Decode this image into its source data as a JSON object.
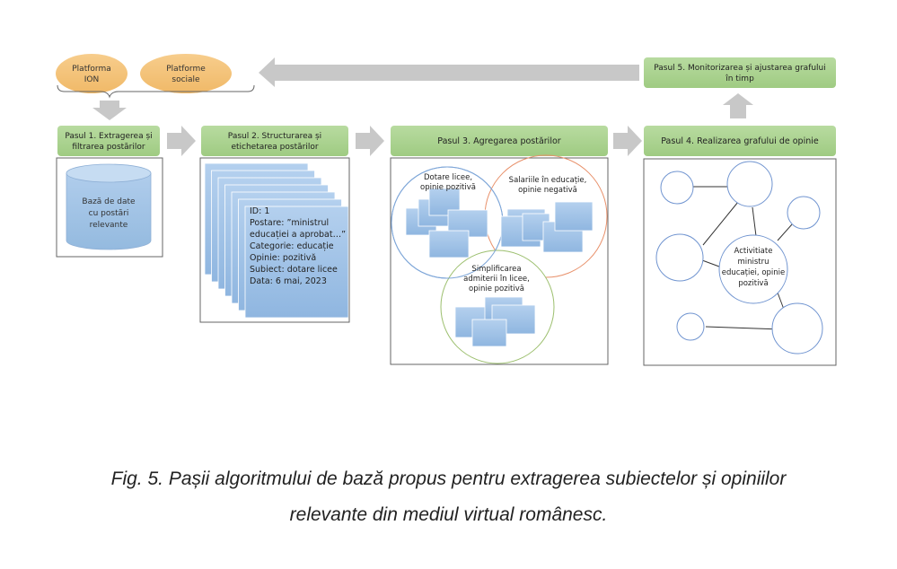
{
  "sources": [
    {
      "line1": "Platforma",
      "line2": "ION"
    },
    {
      "line1": "Platforme",
      "line2": "sociale"
    }
  ],
  "steps": {
    "step1": {
      "line1": "Pasul 1. Extragerea și",
      "line2": "filtrarea postărilor"
    },
    "step2": {
      "line1": "Pasul 2. Structurarea și",
      "line2": "etichetarea postărilor"
    },
    "step3": {
      "line1": "Pasul 3. Agregarea postărilor"
    },
    "step4": {
      "line1": "Pasul 4. Realizarea grafului de opinie"
    },
    "step5": {
      "line1": "Pasul 5. Monitorizarea și ajustarea grafului",
      "line2": "în timp"
    }
  },
  "database": {
    "lines": [
      "Bază de date",
      "cu postări",
      "relevante"
    ]
  },
  "post_card": {
    "lines": [
      "ID: 1",
      "Postare: ”ministrul",
      "educației a aprobat…”",
      "Categorie: educație",
      "Opinie: pozitivă",
      "Subiect: dotare licee",
      "Data: 6 mai, 2023"
    ]
  },
  "clusters": [
    {
      "lines": [
        "Dotare licee,",
        "opinie pozitivă"
      ],
      "color": "#7ea6d8"
    },
    {
      "lines": [
        "Salariile în educație,",
        "opinie negativă"
      ],
      "color": "#e8906a"
    },
    {
      "lines": [
        "Simplificarea",
        "admiterii în licee,",
        "opinie pozitivă"
      ],
      "color": "#9cbf6e"
    }
  ],
  "graph": {
    "center_label": [
      "Activitiate",
      "ministru",
      "educației, opinie",
      "pozitivă"
    ]
  },
  "colors": {
    "step_fill": "#a9d18e",
    "source_fill": "#f4c07a",
    "arrow_fill": "#c8c8c8",
    "card_fill": "#9dc3e6",
    "node_stroke": "#7094d0"
  },
  "caption": {
    "line1": "Fig. 5. Pașii algoritmului de bază propus pentru extragerea subiectelor și opiniilor",
    "line2": "relevante din mediul virtual românesc."
  }
}
